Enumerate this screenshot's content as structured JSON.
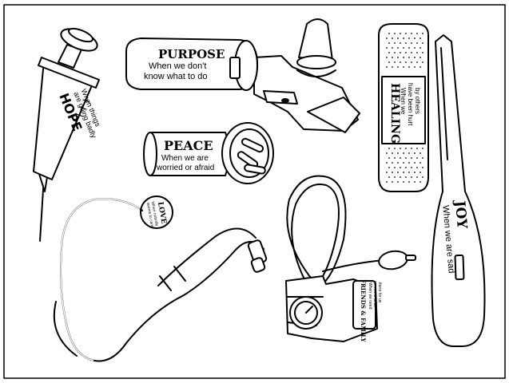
{
  "colors": {
    "ink": "#000000",
    "paper": "#ffffff"
  },
  "items": {
    "syringe": {
      "title": "HOPE",
      "caption_line1": "When things",
      "caption_line2": "are going badly"
    },
    "otoscope": {
      "title": "PURPOSE",
      "caption_line1": "When we don't",
      "caption_line2": "know what to do"
    },
    "pill_bottle": {
      "title": "PEACE",
      "caption_line1": "When we are",
      "caption_line2": "worried or afraid"
    },
    "bandage": {
      "title": "HEALING",
      "caption_line1": "When we",
      "caption_line2": "have been hurt",
      "caption_line3": "by others"
    },
    "stethoscope": {
      "title": "LOVE",
      "caption_line1": "When nobody",
      "caption_line2": "seems to care"
    },
    "blood_pressure_cuff": {
      "title": "FRIENDS & FAMILY",
      "caption_line1": "When we need",
      "caption_line2": "someone to be",
      "caption_line3": "there for us"
    },
    "thermometer": {
      "title": "JOY",
      "caption": "When we are sad"
    }
  }
}
